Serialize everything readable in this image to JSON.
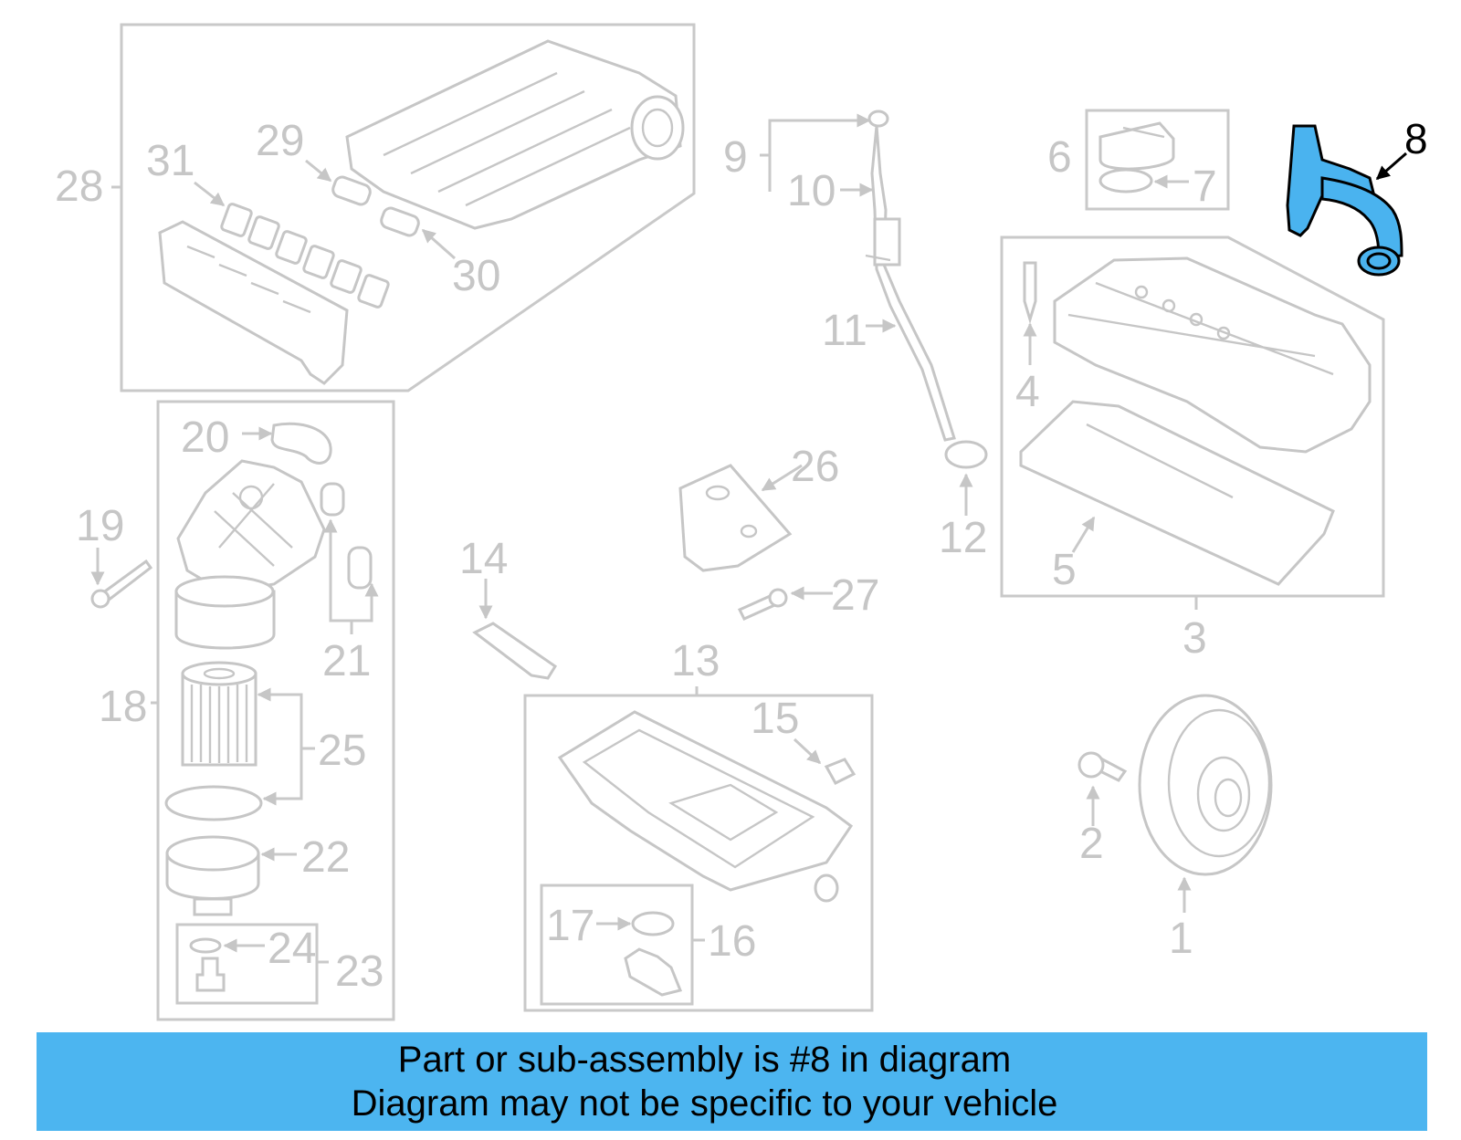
{
  "diagram": {
    "callouts": [
      "1",
      "2",
      "3",
      "4",
      "5",
      "6",
      "7",
      "8",
      "9",
      "10",
      "11",
      "12",
      "13",
      "14",
      "15",
      "16",
      "17",
      "18",
      "19",
      "20",
      "21",
      "22",
      "23",
      "24",
      "25",
      "26",
      "27",
      "28",
      "29",
      "30",
      "31"
    ],
    "highlighted_part": "8",
    "colors": {
      "linework": "#c6c6c6",
      "highlight_fill": "#4ab3ef",
      "highlight_outline": "#000000",
      "banner_background": "#4cb5f0"
    }
  },
  "banner": {
    "line1": "Part or sub-assembly is #8 in diagram",
    "line2": "Diagram may not be specific to your vehicle"
  }
}
